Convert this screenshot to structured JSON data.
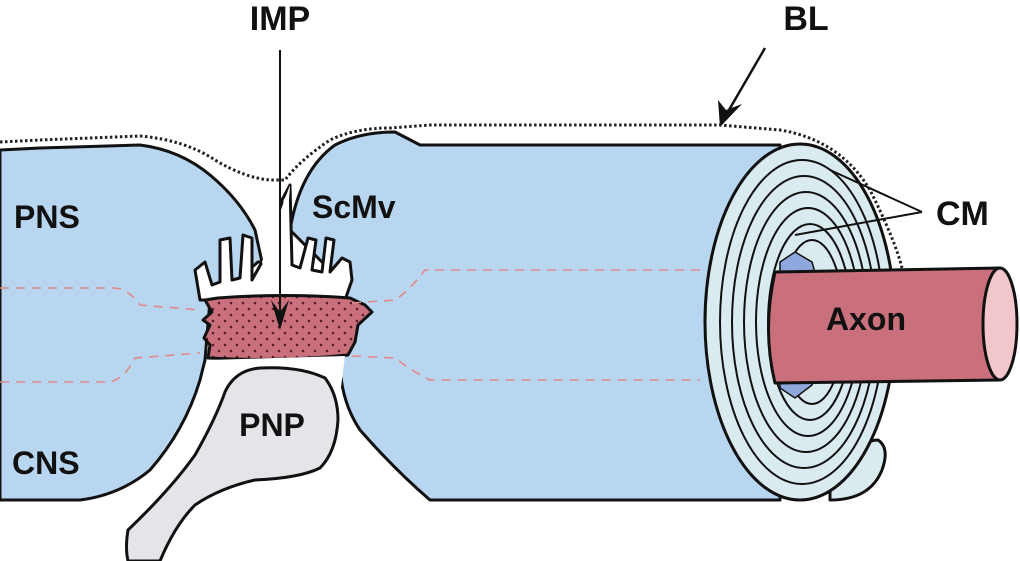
{
  "diagram": {
    "title": "Node of Ranvier at the PNS-CNS transitional zone",
    "labels": {
      "imp": "IMP",
      "bl": "BL",
      "pns": "PNS",
      "scmv": "ScMv",
      "cm": "CM",
      "axon": "Axon",
      "pnp": "PNP",
      "cns": "CNS"
    },
    "colors": {
      "myelin_blue": "#b9d6f0",
      "compact_myelin_pale": "#d9ebee",
      "compact_myelin_white": "#efefef",
      "axon_red": "#c9707c",
      "axon_end": "#f2c7cc",
      "node_stipple": "#c06b78",
      "pnp_grey": "#e4e5e9",
      "periaxonal_blue": "#8ea8de",
      "dashed_line": "#e08a8a",
      "outline": "#111111"
    }
  }
}
